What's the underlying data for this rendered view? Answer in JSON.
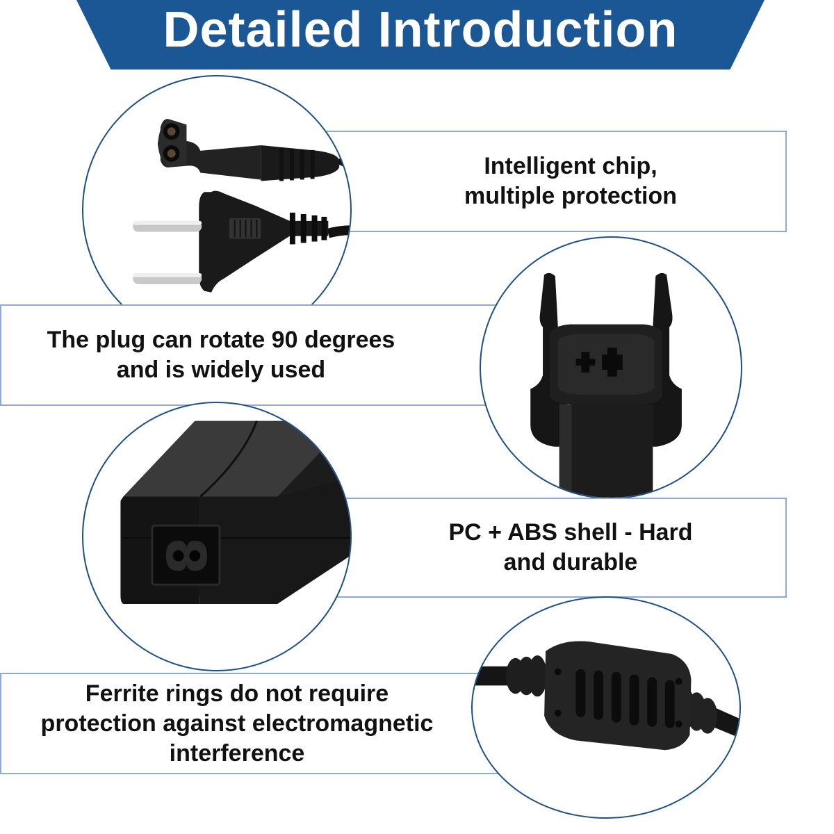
{
  "header": {
    "title": "Detailed Introduction"
  },
  "features": [
    {
      "text": "Intelligent chip,\nmultiple protection",
      "image": "dual-cable-plugs"
    },
    {
      "text": "The plug can rotate 90 degrees\nand is widely used",
      "image": "rotating-plug"
    },
    {
      "text": "PC + ABS shell - Hard\nand durable",
      "image": "adapter-shell"
    },
    {
      "text": "Ferrite rings do not require\nprotection against electromagnetic\ninterference",
      "image": "ferrite-ring"
    }
  ],
  "colors": {
    "header": "#1b5695",
    "box_border": "#8ea9d6",
    "circle_border": "#1d4f86"
  }
}
